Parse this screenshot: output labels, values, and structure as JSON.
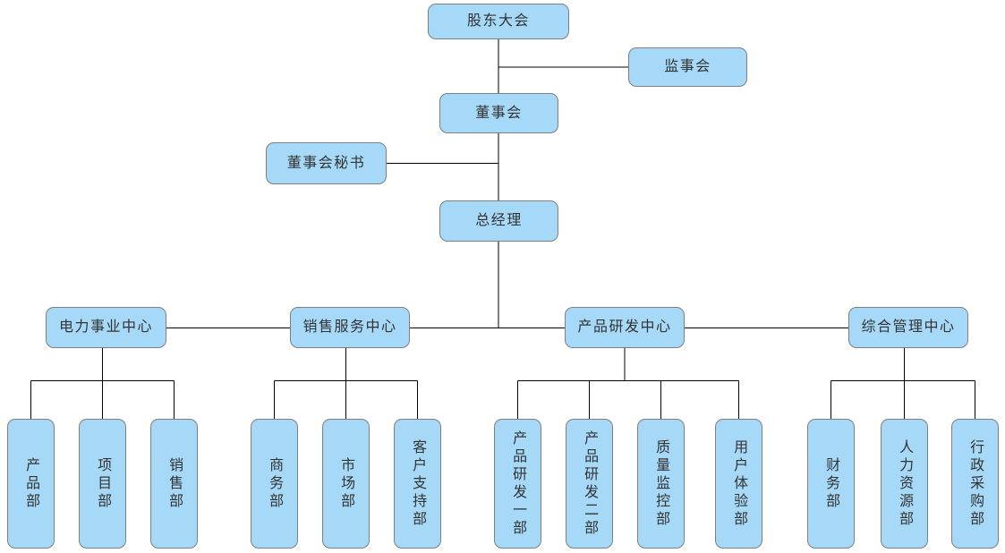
{
  "colors": {
    "background": "#ffffff",
    "node_fill": "#A6D8F7",
    "node_border": "#7F7F7F",
    "node_text": "#333333",
    "connector": "#000000"
  },
  "hierarchy": {
    "shareholders_meeting": "股东大会",
    "supervisory_board": "监事会",
    "board_of_directors": "董事会",
    "board_secretary": "董事会秘书",
    "general_manager": "总经理"
  },
  "centers": [
    {
      "label": "电力事业中心",
      "departments": [
        "产品部",
        "项目部",
        "销售部"
      ]
    },
    {
      "label": "销售服务中心",
      "departments": [
        "商务部",
        "市场部",
        "客户支持部"
      ]
    },
    {
      "label": "产品研发中心",
      "departments": [
        "产品研发一部",
        "产品研发二部",
        "质量监控部",
        "用户体验部"
      ]
    },
    {
      "label": "综合管理中心",
      "departments": [
        "财务部",
        "人力资源部",
        "行政采购部"
      ]
    }
  ]
}
